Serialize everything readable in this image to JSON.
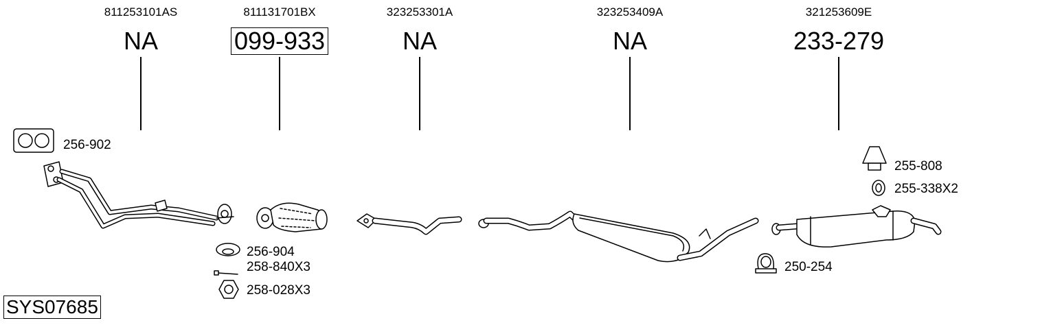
{
  "system_code": "SYS07685",
  "sections": [
    {
      "oem": "811253101AS",
      "ref": "NA",
      "boxed": false
    },
    {
      "oem": "811131701BX",
      "ref": "099-933",
      "boxed": true
    },
    {
      "oem": "323253301A",
      "ref": "NA",
      "boxed": false
    },
    {
      "oem": "323253409A",
      "ref": "NA",
      "boxed": false
    },
    {
      "oem": "321253609E",
      "ref": "233-279",
      "boxed": false
    }
  ],
  "accessories": {
    "gasket": "256-902",
    "seal_ring": "256-904",
    "bolt": "258-840X3",
    "nut": "258-028X3",
    "rubber_mount": "255-808",
    "rubber_ring": "255-338X2",
    "clamp": "250-254"
  }
}
